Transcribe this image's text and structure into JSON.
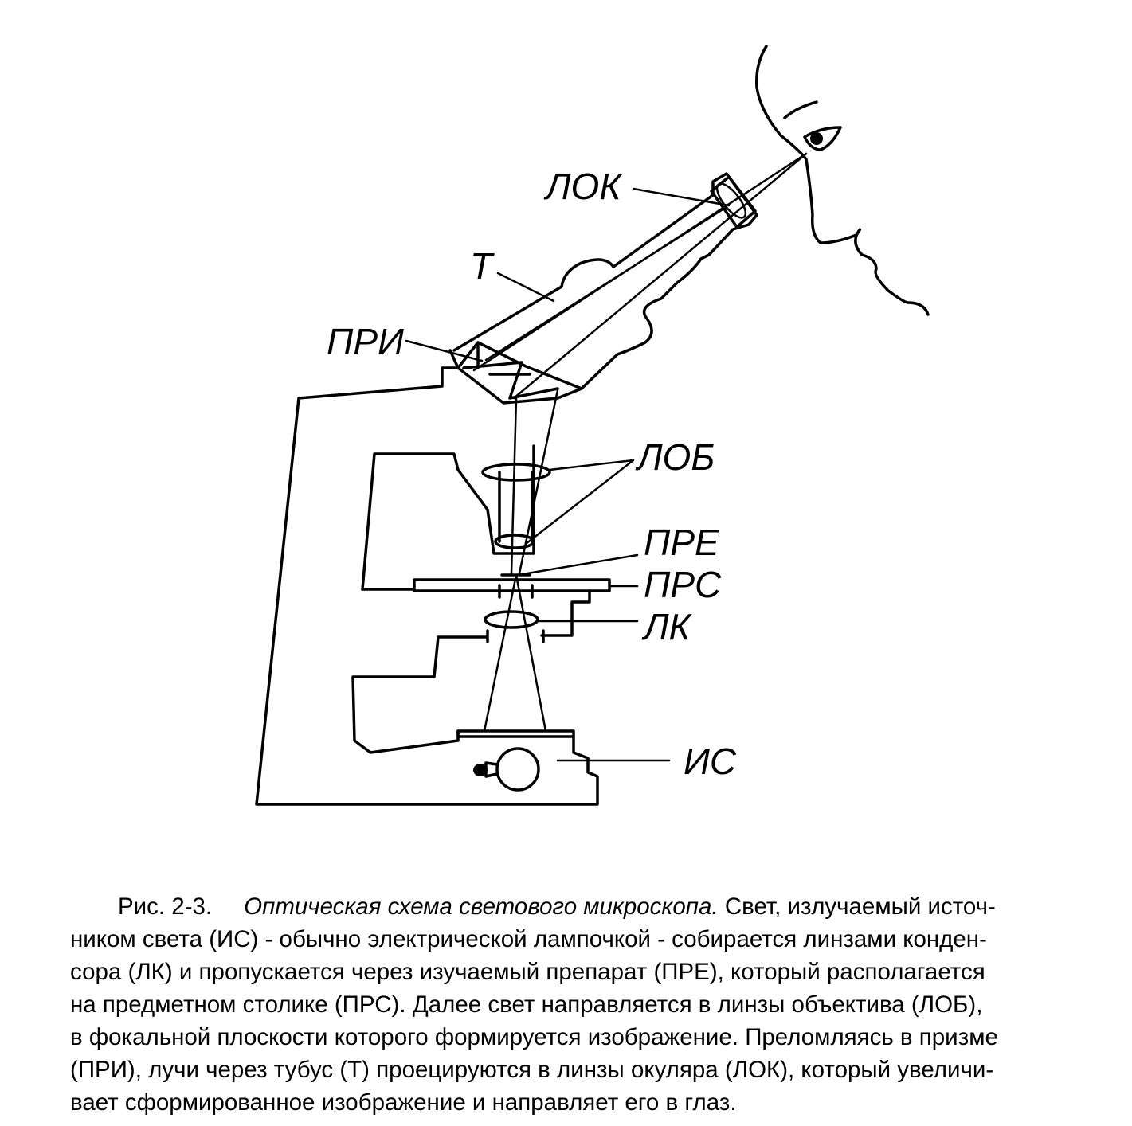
{
  "labels": {
    "lok": "ЛОК",
    "t": "Т",
    "pri": "ПРИ",
    "lob": "ЛОБ",
    "pre": "ПРЕ",
    "prs": "ПРС",
    "lk": "ЛК",
    "is": "ИС"
  },
  "caption": {
    "figure_number": "Рис. 2-3.",
    "title": "Оптическая схема светового микроскопа.",
    "line1_rest": "Свет, излучаемый источ-",
    "line2": "ником света (ИС) - обычно электрической лампочкой - собирается линзами конден-",
    "line3": "сора (ЛК) и пропускается через изучаемый препарат (ПРЕ), который располагается",
    "line4": "на предметном столике (ПРС). Далее свет направляется в линзы объектива (ЛОБ),",
    "line5": "в фокальной плоскости которого формируется изображение. Преломляясь в призме",
    "line6": "(ПРИ), лучи через тубус (Т) проецируются в линзы окуляра (ЛОК), который увеличи-",
    "line7": "вает сформированное изображение и направляет его в глаз."
  }
}
